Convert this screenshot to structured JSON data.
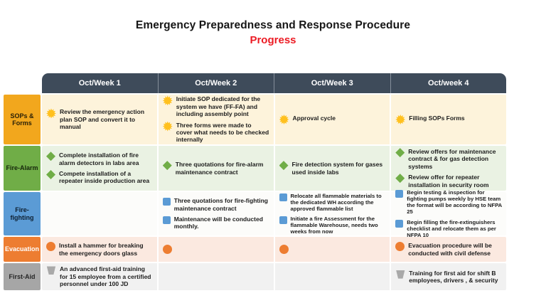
{
  "title": "Emergency Preparedness and Response Procedure",
  "subtitle": "Progress",
  "colors": {
    "header_bg": "#3e4b5a",
    "subtitle_red": "#ec1b24",
    "text_dark": "#1d1d1d"
  },
  "columns": [
    "Oct/Week 1",
    "Oct/Week 2",
    "Oct/Week 3",
    "Oct/week 4"
  ],
  "rows": [
    {
      "key": "sops-forms",
      "label": "SOPs & Forms",
      "label_bg": "#f2a71d",
      "label_text": "#2b2107",
      "row_bg": "#fdf3db",
      "icon": "starburst-icon",
      "icon_color": "#ffc01e",
      "cells": [
        {
          "items": [
            "Review the emergency action plan SOP and convert it to manual"
          ]
        },
        {
          "items": [
            "Initiate SOP dedicated for the system we have (FF-FA) and including assembly point",
            "Three forms were made to cover what needs to be checked internally"
          ]
        },
        {
          "items": [
            "Approval cycle"
          ]
        },
        {
          "items": [
            "Filling SOPs Forms"
          ]
        }
      ]
    },
    {
      "key": "fire-alarm",
      "label": "Fire-Alarm",
      "label_bg": "#70ad47",
      "label_text": "#15260b",
      "row_bg": "#eaf2e3",
      "icon": "diamond-icon",
      "icon_color": "#70ad47",
      "cells": [
        {
          "items": [
            "Complete installation of fire alarm detectors in labs area",
            "Compete installation of a repeater inside production area"
          ]
        },
        {
          "items": [
            "Three quotations for fire-alarm maintenance contract"
          ]
        },
        {
          "items": [
            "Fire detection system for gases used inside labs"
          ]
        },
        {
          "items": [
            "Review offers for maintenance contract & for gas detection systems",
            "Review offer for repeater installation in security room"
          ]
        }
      ]
    },
    {
      "key": "fire-fighting",
      "label": "Fire-fighting",
      "label_bg": "#5b9bd5",
      "label_text": "#0d1f30",
      "row_bg": "#fcfcfa",
      "icon": "square-icon",
      "icon_color": "#5b9bd5",
      "cells": [
        {
          "items": []
        },
        {
          "items": [
            "Three quotations for fire-fighting maintenance contract",
            "Maintenance will be conducted monthly."
          ]
        },
        {
          "items": [
            "Relocate all flammable materials to the dedicated WH according the approved flammable list",
            "Initiate a fire Assessment for the flammable Warehouse, needs two weeks from now"
          ]
        },
        {
          "items": [
            "Begin testing & inspection for fighting pumps weekly by HSE team the format will be according to NFPA 25",
            "Begin filling the fire-extinguishers checklist and relocate them as per NFPA 10"
          ]
        }
      ]
    },
    {
      "key": "evacuation",
      "label": "Evacuation",
      "label_bg": "#ed7d31",
      "label_text": "#ffffff",
      "row_bg": "#fbe9e0",
      "icon": "circle-icon",
      "icon_color": "#ed7d31",
      "cells": [
        {
          "items": [
            "Install a hammer for breaking the emergency doors glass"
          ]
        },
        {
          "items": [
            ""
          ]
        },
        {
          "items": [
            ""
          ]
        },
        {
          "items": [
            "Evacuation procedure will be conducted with civil defense"
          ]
        }
      ]
    },
    {
      "key": "first-aid",
      "label": "First-Aid",
      "label_bg": "#a6a6a6",
      "label_text": "#262626",
      "row_bg": "#f1f1f1",
      "icon": "trapezoid-icon",
      "icon_color": "#a9a9a9",
      "cells": [
        {
          "items": [
            "An advanced first-aid training for 15 employee from a certified personnel under 100 JD"
          ]
        },
        {
          "items": []
        },
        {
          "items": []
        },
        {
          "items": [
            "Training for first aid for shift B employees, drivers , & security"
          ]
        }
      ]
    }
  ]
}
